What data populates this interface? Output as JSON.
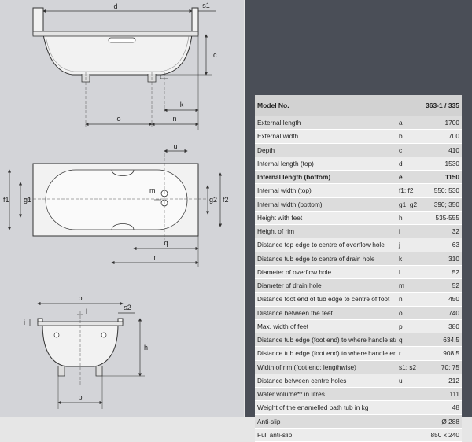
{
  "drawing": {
    "side_view_labels": [
      "d",
      "s1",
      "c",
      "k",
      "o",
      "n"
    ],
    "top_view_labels": [
      "u",
      "f1",
      "g1",
      "m",
      "g2",
      "f2",
      "q",
      "r"
    ],
    "end_view_labels": [
      "b",
      "s2",
      "l",
      "i",
      "h",
      "p"
    ]
  },
  "table": {
    "header": {
      "label": "Model No.",
      "value": "363-1 / 335"
    },
    "rows": [
      {
        "label": "External length",
        "symbol": "a",
        "value": "1700"
      },
      {
        "label": "External width",
        "symbol": "b",
        "value": "700"
      },
      {
        "label": "Depth",
        "symbol": "c",
        "value": "410"
      },
      {
        "label": "Internal length (top)",
        "symbol": "d",
        "value": "1530"
      },
      {
        "label": "Internal length (bottom)",
        "symbol": "e",
        "value": "1150",
        "bold": true
      },
      {
        "label": "Internal width (top)",
        "symbol": "f1; f2",
        "value": "550; 530"
      },
      {
        "label": "Internal width (bottom)",
        "symbol": "g1; g2",
        "value": "390; 350"
      },
      {
        "label": "Height with feet",
        "symbol": "h",
        "value": "535-555"
      },
      {
        "label": "Height of rim",
        "symbol": "i",
        "value": "32"
      },
      {
        "label": "Distance top edge to centre of overflow hole",
        "symbol": "j",
        "value": "63"
      },
      {
        "label": "Distance tub edge to centre of drain hole",
        "symbol": "k",
        "value": "310"
      },
      {
        "label": "Diameter of overflow hole",
        "symbol": "l",
        "value": "52"
      },
      {
        "label": "Diameter of drain hole",
        "symbol": "m",
        "value": "52"
      },
      {
        "label": "Distance foot end of tub edge to centre of foot",
        "symbol": "n",
        "value": "450"
      },
      {
        "label": "Distance between the feet",
        "symbol": "o",
        "value": "740"
      },
      {
        "label": "Max. width of feet",
        "symbol": "p",
        "value": "380"
      },
      {
        "label": "Distance tub edge (foot end) to where handle starts",
        "symbol": "q",
        "value": "634,5",
        "small": true
      },
      {
        "label": "Distance tub edge (foot end) to where handle ends",
        "symbol": "r",
        "value": "908,5",
        "small": true
      },
      {
        "label": "Width of rim (foot end; lengthwise)",
        "symbol": "s1; s2",
        "value": "70; 75"
      },
      {
        "label": "Distance between centre holes",
        "symbol": "u",
        "value": "212"
      },
      {
        "label": "Water volume** in litres",
        "symbol": "",
        "value": "111"
      },
      {
        "label": "Weight of the enamelled bath tub in kg",
        "symbol": "",
        "value": "48"
      },
      {
        "label": "Anti-slip",
        "symbol": "",
        "value": "Ø 288"
      },
      {
        "label": "Full anti-slip",
        "symbol": "",
        "value": "850 x 240"
      }
    ]
  },
  "colors": {
    "drawing_bg": "#d3d4d8",
    "panel_bg": "#4a4e57",
    "tub_fill": "#f2f2f2",
    "line": "#333333"
  }
}
